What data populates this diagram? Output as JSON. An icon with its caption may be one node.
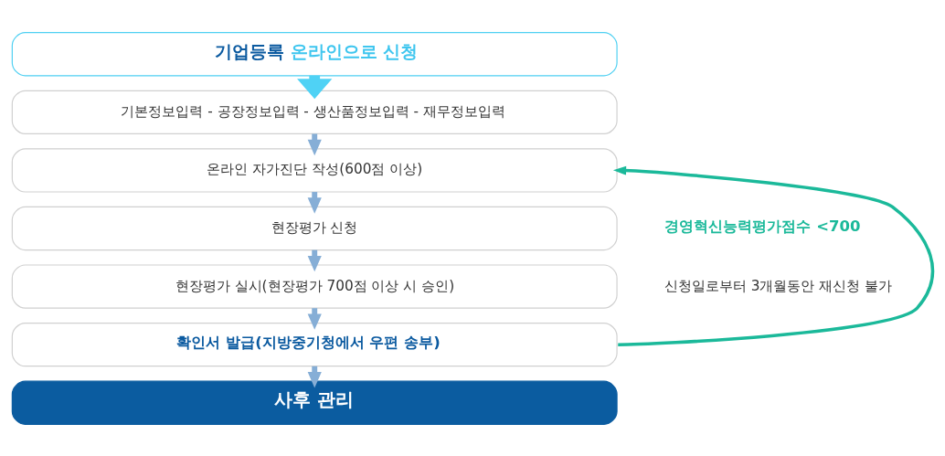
{
  "diagram": {
    "nodes": [
      {
        "text": [
          "기업등록 온라인으로 신청"
        ]
      },
      {
        "text": [
          "기본정보입력 - 공장정보입력 - 생산품정보입력 - 재무정보입력"
        ]
      },
      {
        "text": [
          "온라인 자가진단 작성(600점 이상)"
        ]
      },
      {
        "text": [
          "현장평가 신청"
        ]
      },
      {
        "text": [
          "현장평가 실시(현장평가 700점 이상 시 승인)"
        ]
      },
      {
        "text": [
          "확인서 발급(지방중기청에서 우편 송부)"
        ]
      },
      {
        "text": [
          "사후 관리"
        ]
      }
    ],
    "edges": [
      {
        "from": 0,
        "to": 1,
        "arrow": "to",
        "style": "thick",
        "color": "#4fd2f5"
      },
      {
        "from": 1,
        "to": 2,
        "arrow": "to"
      },
      {
        "from": 2,
        "to": 3,
        "arrow": "to"
      },
      {
        "from": 3,
        "to": 4,
        "arrow": "to"
      },
      {
        "from": 4,
        "to": 5,
        "arrow": "to"
      },
      {
        "from": 5,
        "to": 6,
        "arrow": "to"
      },
      {
        "from": 5,
        "to": 2,
        "arrow": "to",
        "color": "#1bb99a"
      }
    ],
    "labels": [
      "경영혁신능력평가점수 <700",
      "신청일로부터 3개월동안 재신청 불가"
    ]
  }
}
